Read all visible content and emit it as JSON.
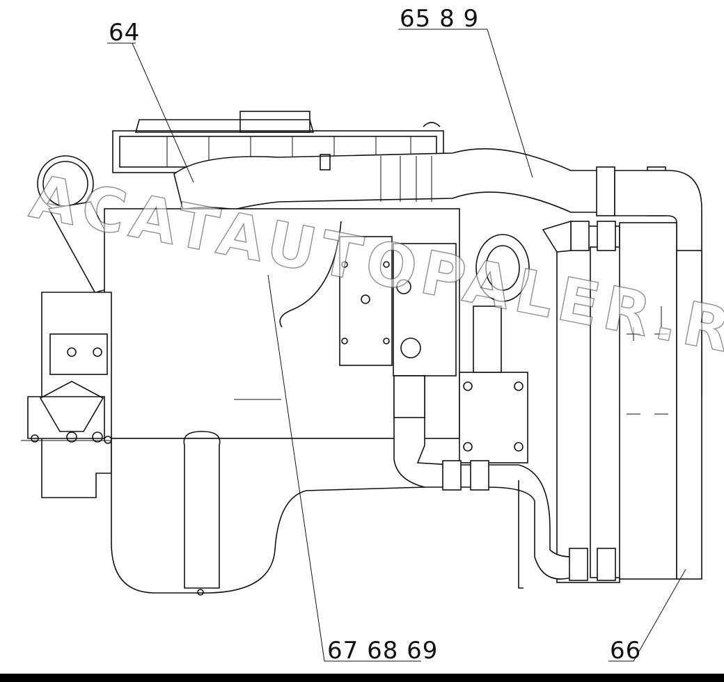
{
  "callouts": {
    "c64": "64",
    "c65_8_9": "65 8 9",
    "c67_68_69": "67 68 69",
    "c66": "66"
  },
  "watermark": "ACATAUTOPALER.RU",
  "colors": {
    "line": "#111111",
    "background": "#ffffff",
    "bottom_bar": "#000000"
  }
}
